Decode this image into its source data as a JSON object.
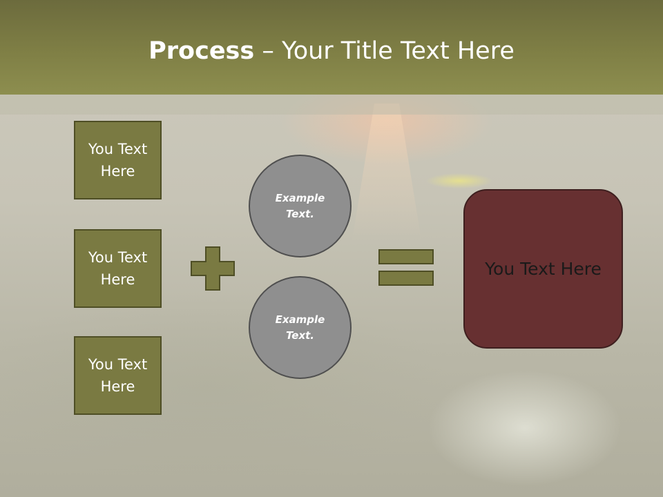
{
  "slide": {
    "title_bold": "Process",
    "title_rest": " – Your Title Text Here",
    "input_boxes": [
      {
        "label": "You Text Here"
      },
      {
        "label": "You Text Here"
      },
      {
        "label": "You Text Here"
      }
    ],
    "circles": [
      {
        "label": "Example Text."
      },
      {
        "label": "Example Text."
      }
    ],
    "result": {
      "label": "You Text Here"
    },
    "operators": {
      "plus": "plus-icon",
      "equals": "equals-icon"
    },
    "colors": {
      "title_bar": "#7f7f45",
      "box_fill": "#7a7a42",
      "box_border": "#4e4e25",
      "circle_fill": "#8f8f8f",
      "result_fill": "#673031",
      "operator_fill": "#7a7a42"
    }
  }
}
